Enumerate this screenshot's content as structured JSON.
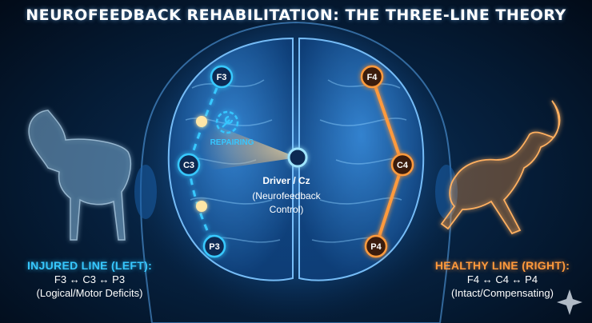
{
  "title": "NEUROFEEDBACK REHABILITATION: THE THREE-LINE THEORY",
  "nodes": {
    "f3": "F3",
    "c3": "C3",
    "p3": "P3",
    "f4": "F4",
    "c4": "C4",
    "p4": "P4"
  },
  "status_label": "REPAIRING",
  "driver": {
    "title": "Driver / Cz",
    "subtitle_line1": "(Neurofeedback",
    "subtitle_line2": "Control)"
  },
  "injured_line": {
    "heading": "INJURED LINE (LEFT):",
    "path": "F3 ↔ C3 ↔ P3",
    "note": "(Logical/Motor Deficits)"
  },
  "healthy_line": {
    "heading": "HEALTHY LINE (RIGHT):",
    "path": "F4 ↔ C4 ↔ P4",
    "note": "(Intact/Compensating)"
  },
  "colors": {
    "injured": "#37c8ff",
    "healthy": "#ff9a3c",
    "brain": "#2a7fd0",
    "background": "#06213f"
  },
  "icons": [
    "wrench-gauge-icon",
    "left-horse-icon",
    "right-horse-icon",
    "sparkle-icon"
  ]
}
